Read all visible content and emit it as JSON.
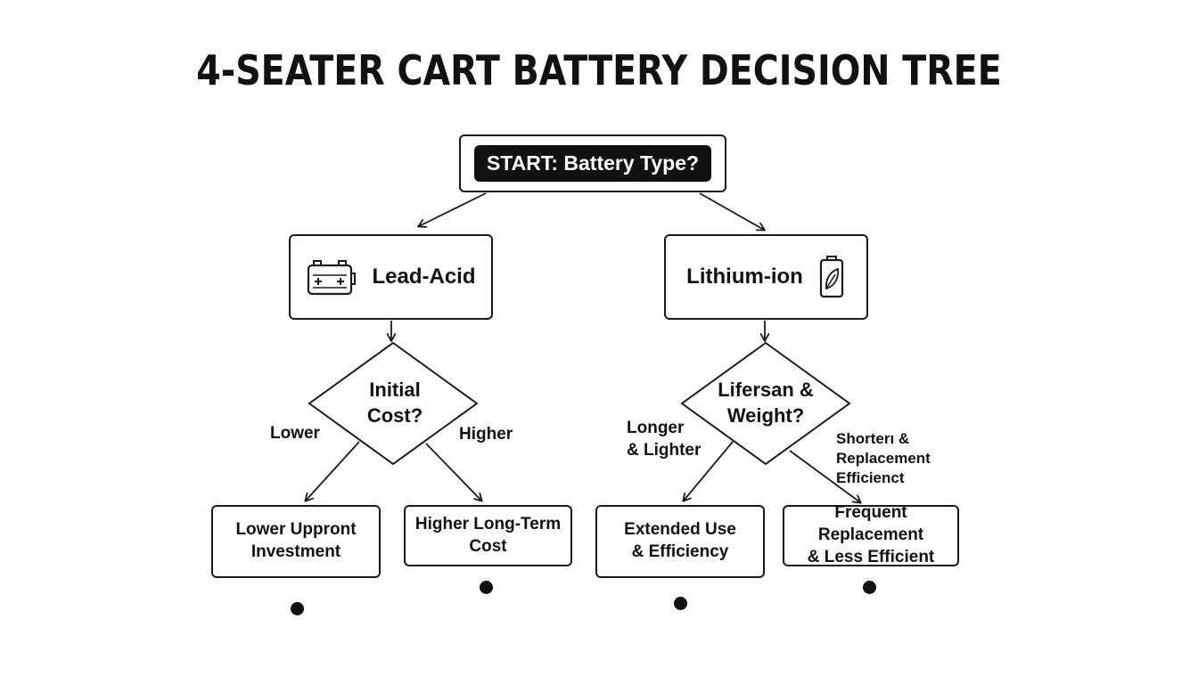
{
  "title": "4-SEATER CART BATTERY DECISION TREE",
  "start": {
    "label": "START: Battery Type?"
  },
  "branches": {
    "lead_acid": {
      "label": "Lead-Acid",
      "icon": "battery-icon",
      "question": {
        "line1": "Initial",
        "line2": "Cost?"
      },
      "left_edge": "Lower",
      "right_edge": "Higher",
      "outcomes": [
        {
          "line1": "Lower Uppront",
          "line2": "Investment"
        },
        {
          "line1": "Higher Long-Term",
          "line2": "Cost"
        }
      ]
    },
    "lithium_ion": {
      "label": "Lithium-ion",
      "icon": "leaf-battery-icon",
      "question": {
        "line1": "Lifersan &",
        "line2": "Weight?"
      },
      "left_edge": {
        "line1": "Longer",
        "line2": "& Lighter"
      },
      "right_edge": {
        "line1": "Shorterı &",
        "line2": "Replacement",
        "line3": "Efficienct"
      },
      "outcomes": [
        {
          "line1": "Extended Use",
          "line2": "& Efficiency"
        },
        {
          "line1": "Frequent Replacement",
          "line2": "& Less Efficient"
        }
      ]
    }
  },
  "colors": {
    "ink": "#111111",
    "background": "#ffffff"
  }
}
